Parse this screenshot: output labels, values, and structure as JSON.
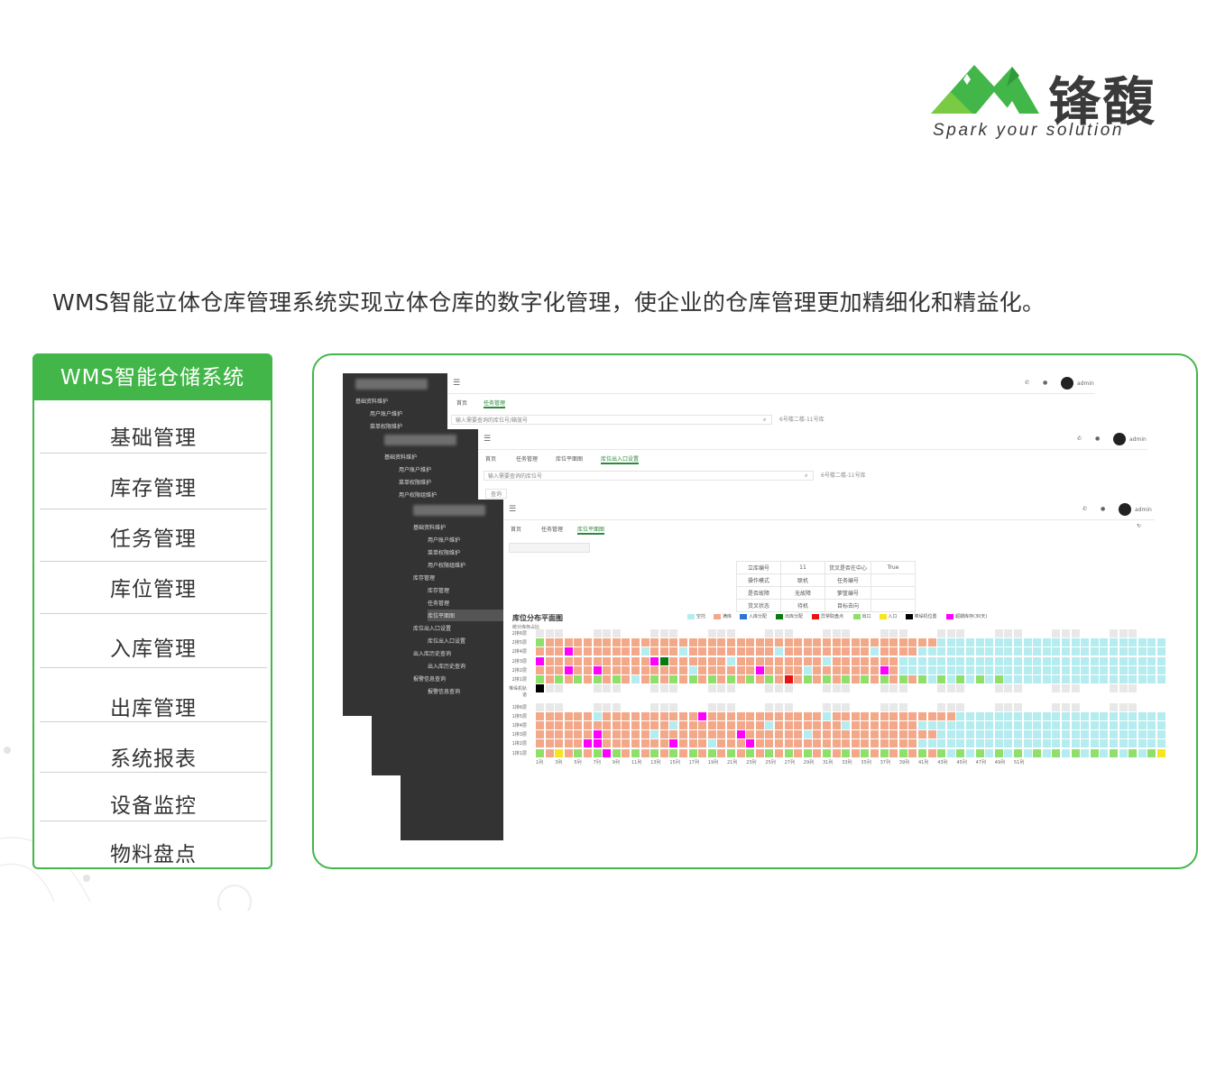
{
  "brand": {
    "name": "锋馥",
    "slogan": "Spark your solution",
    "colors": {
      "green": "#43b649",
      "dark": "#3a3a3a"
    }
  },
  "intro": "WMS智能立体仓库管理系统实现立体仓库的数字化管理，使企业的仓库管理更加精细化和精益化。",
  "menu": {
    "title": "WMS智能仓储系统",
    "items": [
      "基础管理",
      "库存管理",
      "任务管理",
      "库位管理",
      "入库管理",
      "出库管理",
      "系统报表",
      "设备监控",
      "物料盘点"
    ]
  },
  "windows": {
    "back": {
      "tabs": [
        "首页",
        "任务管理"
      ],
      "search_placeholder": "输入需要查询的库位号/箱笼号",
      "warehouse": "6号楼二楼-11号库",
      "user": "admin",
      "sidebar": [
        "基础资料维护",
        "用户账户维护",
        "菜单权限维护"
      ]
    },
    "middle": {
      "tabs": [
        "首页",
        "任务管理",
        "库位平面图",
        "库位出入口设置"
      ],
      "search_placeholder": "输入需要查询的库位号",
      "warehouse": "6号楼二楼-11号库",
      "query_button": "查询",
      "user": "admin",
      "sidebar": [
        "基础资料维护",
        "用户账户维护",
        "菜单权限维护",
        "用户权限组维护"
      ]
    },
    "front": {
      "tabs": [
        "首页",
        "任务管理",
        "库位平面图"
      ],
      "user": "admin",
      "sidebar": [
        "基础资料维护",
        "用户账户维护",
        "菜单权限维护",
        "用户权限组维护",
        "库存管理",
        "库存管理",
        "任务管理",
        "库位平面图",
        "库位出入口设置",
        "库位出入口设置",
        "出入库历史查询",
        "出入库历史查询",
        "报警信息查询",
        "报警信息查询"
      ],
      "info_table": [
        [
          "立库编号",
          "11",
          "货叉是否在中心",
          "True"
        ],
        [
          "操作模式",
          "联机",
          "任务编号",
          ""
        ],
        [
          "是否故障",
          "无故障",
          "箩筐编号",
          ""
        ],
        [
          "货叉状态",
          "待机",
          "目标去向",
          ""
        ]
      ],
      "chart_title": "库位分布平面图",
      "chart_subtitle": "统计库存占比",
      "legend": [
        {
          "label": "空托",
          "color": "#b4ecef"
        },
        {
          "label": "满库",
          "color": "#f3a989"
        },
        {
          "label": "入库分配",
          "color": "#2f74d0"
        },
        {
          "label": "出库分配",
          "color": "#0a7a10"
        },
        {
          "label": "异常取盘点",
          "color": "#e81313"
        },
        {
          "label": "出口",
          "color": "#8fe06a"
        },
        {
          "label": "入口",
          "color": "#f5e61e"
        },
        {
          "label": "堆垛机位置",
          "color": "#000000"
        },
        {
          "label": "超期库存(30天)",
          "color": "#ff00ff"
        }
      ],
      "upper_rows": [
        "2排6层",
        "2排5层",
        "2排4层",
        "2排3层",
        "2排2层",
        "2排1层"
      ],
      "middle_row": "堆垛机轨道",
      "lower_rows": [
        "1排6层",
        "1排5层",
        "1排4层",
        "1排3层",
        "1排2层",
        "1排1层"
      ],
      "columns": [
        "1列",
        "3列",
        "5列",
        "7列",
        "9列",
        "11列",
        "13列",
        "15列",
        "17列",
        "19列",
        "21列",
        "23列",
        "25列",
        "27列",
        "29列",
        "31列",
        "33列",
        "35列",
        "37列",
        "39列",
        "41列",
        "43列",
        "45列",
        "47列",
        "49列",
        "51列"
      ]
    }
  }
}
